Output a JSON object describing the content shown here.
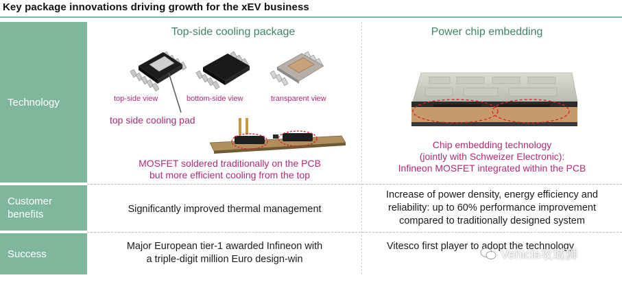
{
  "title": "Key package innovations driving growth for the xEV business",
  "rows": {
    "technology": "Technology",
    "customer_benefits_line1": "Customer",
    "customer_benefits_line2": "benefits",
    "success": "Success"
  },
  "left_column": {
    "heading": "Top-side cooling package",
    "view_labels": [
      "top-side view",
      "bottom-side view",
      "transparent view"
    ],
    "pad_label": "top side cooling pad",
    "note_line1": "MOSFET soldered traditionally on the PCB",
    "note_line2": "but more efficient cooling from the top",
    "benefit": "Significantly improved thermal management",
    "success_line1": "Major European tier-1 awarded Infineon with",
    "success_line2": "a triple-digit million Euro design-win"
  },
  "right_column": {
    "heading": "Power chip embedding",
    "note_line1": "Chip embedding technology",
    "note_line2": "(jointly with Schweizer Electronic):",
    "note_line3": "Infineon MOSFET integrated within the PCB",
    "benefit_line1": "Increase of power density, energy efficiency and",
    "benefit_line2": "reliability: up to 60% performance improvement",
    "benefit_line3": "compared to traditionally designed system",
    "success": "Vitesco first player to adopt the technology"
  },
  "watermark": "Vehicle攻城狮",
  "colors": {
    "accent_green": "#7fb79d",
    "heading_green": "#3d8463",
    "magenta": "#b02a74",
    "highlight_red": "#d8262c"
  }
}
